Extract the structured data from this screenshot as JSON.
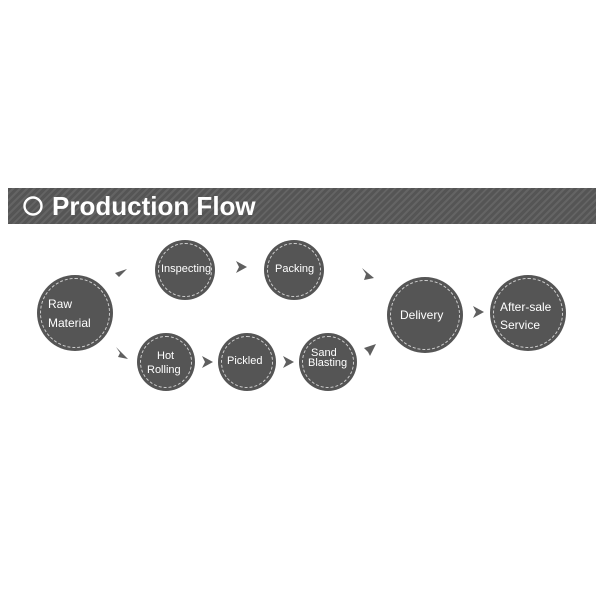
{
  "header": {
    "title": "Production Flow",
    "icon": "circle-outline-icon"
  },
  "colors": {
    "node": "#555555",
    "banner": "#5a5a5a",
    "arrow": "#5f5f5f",
    "text": "#ffffff"
  },
  "steps": {
    "raw_material": [
      "Raw",
      "Material"
    ],
    "inspecting": "Inspecting",
    "packing": "Packing",
    "hot_rolling": [
      "Hot",
      "Rolling"
    ],
    "pickled": "Pickled",
    "sand_blasting": [
      "Sand",
      "Blasting"
    ],
    "delivery": "Delivery",
    "after_sale_service": [
      "After-sale",
      "Service"
    ]
  }
}
